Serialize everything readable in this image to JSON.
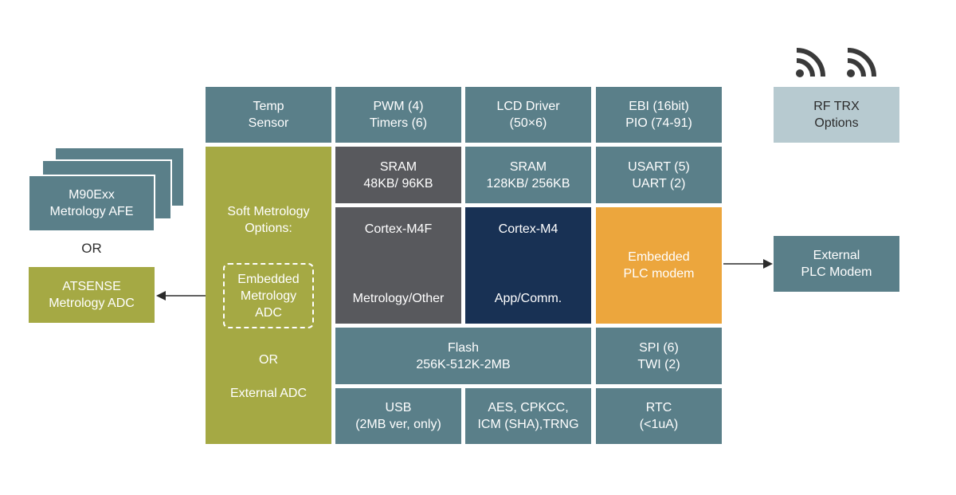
{
  "colors": {
    "teal": "#5a7f89",
    "gray": "#58595d",
    "navy": "#183154",
    "orange": "#eca63d",
    "olive": "#a5a944",
    "light_teal": "#b7cad0"
  },
  "icons": [
    "wifi-icon",
    "wifi-icon"
  ],
  "blocks": {
    "temp_sensor": [
      "Temp",
      "Sensor"
    ],
    "pwm_timers": [
      "PWM (4)",
      "Timers (6)"
    ],
    "lcd_driver": [
      "LCD Driver",
      "(50×6)"
    ],
    "ebi_pio": [
      "EBI (16bit)",
      "PIO (74-91)"
    ],
    "rf_trx": [
      "RF TRX",
      "Options"
    ],
    "sram_m4f": [
      "SRAM",
      "48KB/ 96KB"
    ],
    "sram_m4": [
      "SRAM",
      "128KB/ 256KB"
    ],
    "usart": [
      "USART (5)",
      "UART (2)"
    ],
    "cortex_m4f": {
      "top": "Cortex-M4F",
      "bottom": "Metrology/Other"
    },
    "cortex_m4": {
      "top": "Cortex-M4",
      "bottom": "App/Comm."
    },
    "plc_modem": [
      "Embedded",
      "PLC modem"
    ],
    "external_plc": [
      "External",
      "PLC Modem"
    ],
    "flash": [
      "Flash",
      "256K-512K-2MB"
    ],
    "spi_twi": [
      "SPI (6)",
      "TWI (2)"
    ],
    "usb": [
      "USB",
      "(2MB ver, only)"
    ],
    "crypto": [
      "AES, CPKCC,",
      "ICM (SHA),TRNG"
    ],
    "rtc": [
      "RTC",
      "(<1uA)"
    ],
    "soft_metrology": {
      "title": [
        "Soft Metrology",
        "Options:"
      ],
      "embedded_adc": [
        "Embedded",
        "Metrology",
        "ADC"
      ],
      "or": "OR",
      "external_adc": "External ADC"
    },
    "m90exx": [
      "M90Exx",
      "Metrology AFE"
    ],
    "or_left": "OR",
    "atsense": [
      "ATSENSE",
      "Metrology ADC"
    ]
  }
}
